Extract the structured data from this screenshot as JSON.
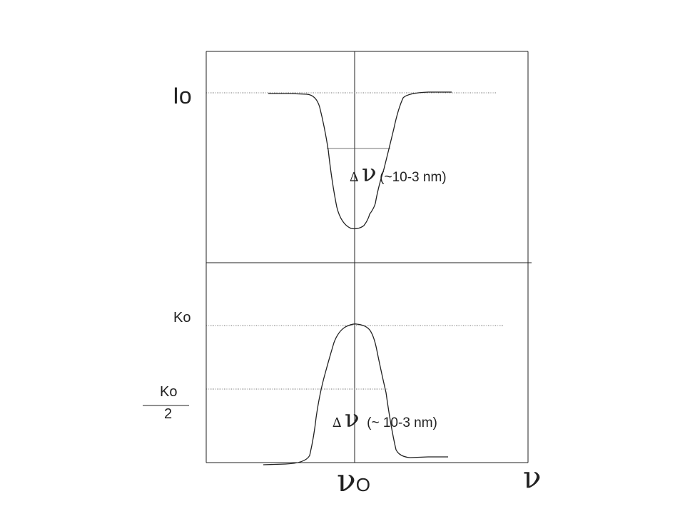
{
  "top_panel": {
    "i0_label": "Io",
    "delta_symbol": "∆",
    "nu_symbol": "ν",
    "width_note": "(~10-3 nm)"
  },
  "bottom_panel": {
    "k0_label": "Ko",
    "half_numerator": "Ko",
    "half_denominator": "2",
    "delta_symbol": "∆",
    "nu_symbol": "ν",
    "width_note": "(~ 10-3  nm)"
  },
  "x_axis": {
    "center_symbol": "ν",
    "center_subscript": "O",
    "axis_symbol": "ν"
  }
}
